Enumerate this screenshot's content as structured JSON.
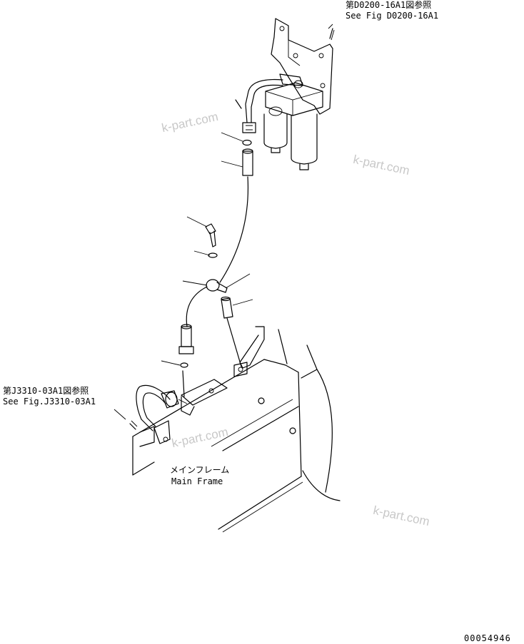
{
  "refs": {
    "top_jp": "第D0200-16A1図参照",
    "top_en": "See Fig D0200-16A1",
    "left_jp": "第J3310-03A1図参照",
    "left_en": "See Fig.J3310-03A1"
  },
  "frame_label": {
    "jp": "メインフレーム",
    "en": "Main Frame"
  },
  "watermark": "k-part.com",
  "drawing_number": "00054946"
}
